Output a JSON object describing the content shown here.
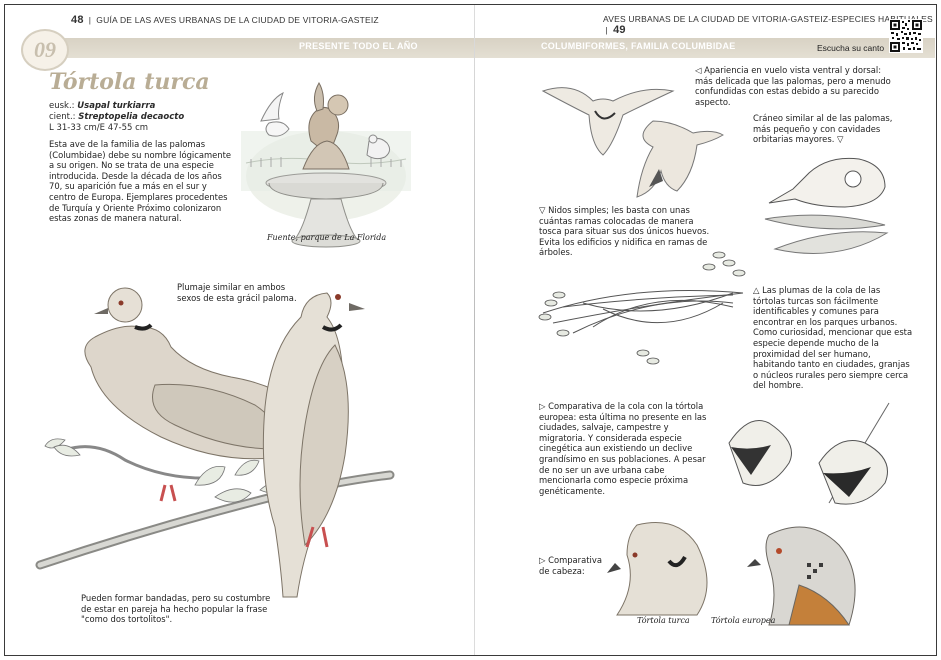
{
  "left_page": {
    "page_number": "48",
    "running_head": "GUÍA DE LAS AVES URBANAS DE LA CIUDAD DE VITORIA-GASTEIZ",
    "chapter_badge": "09",
    "band_label": "PRESENTE TODO EL AÑO",
    "species_title": "Tórtola turca",
    "eusk_prefix": "eusk.:",
    "eusk_name": "Usapal turkiarra",
    "cient_prefix": "cient.:",
    "cient_name": "Streptopelia decaocto",
    "measurements": "L 31-33 cm/E 47-55 cm",
    "intro_text": "Esta ave de la familia de las palomas (Columbidae) debe su nombre lógicamente a su origen. No se trata de una especie introducida. Desde la década de los años 70, su aparición fue a más en el sur y centro de Europa. Ejemplares procedentes de Turquía y Oriente Próximo colonizaron estas zonas de manera natural.",
    "fountain_caption": "Fuente, parque de La Florida",
    "plumage_note": "Plumaje similar en ambos sexos de esta grácil paloma.",
    "flock_note": "Pueden formar bandadas, pero su costumbre de estar en pareja ha hecho popular la frase \"como dos tortolitos\"."
  },
  "right_page": {
    "page_number": "49",
    "running_head": "AVES URBANAS DE LA CIUDAD DE VITORIA-GASTEIZ-ESPECIES HABITUALES",
    "band_label": "COLUMBIFORMES, FAMILIA COLUMBIDAE",
    "listen_label": "Escucha su canto",
    "flight_note": "◁ Apariencia en vuelo vista ventral y dorsal: más delicada que las palomas, pero a menudo confundidas con estas debido a su parecido aspecto.",
    "skull_note": "Cráneo similar al de las palomas, más pequeño y con cavidades orbitarias mayores. ▽",
    "nest_note": "▽ Nidos simples; les basta con unas cuántas ramas colocadas de manera tosca para situar sus dos únicos huevos. Evita los edificios y nidifica en ramas de árboles.",
    "feathers_note": "△ Las plumas de la cola de las tórtolas turcas son fácilmente identificables y comunes para encontrar en los parques urbanos. Como curiosidad, mencionar que esta especie depende mucho de la proximidad del ser humano, habitando tanto en ciudades, granjas o núcleos rurales pero siempre cerca del hombre.",
    "tail_note": "▷ Comparativa de la cola con la tórtola europea: esta última no presente en las ciudades, salvaje, campestre y migratoria. Y considerada especie cinegética aun existiendo un declive grandísimo en sus poblaciones. A pesar de no ser un ave urbana cabe mencionarla como especie próxima genéticamente.",
    "head_note": "▷ Comparativa de cabeza:",
    "caption_turca": "Tórtola turca",
    "caption_europea": "Tórtola europea"
  },
  "colors": {
    "band": "#dcd6c9",
    "title": "#b9ad95",
    "text": "#222222"
  }
}
